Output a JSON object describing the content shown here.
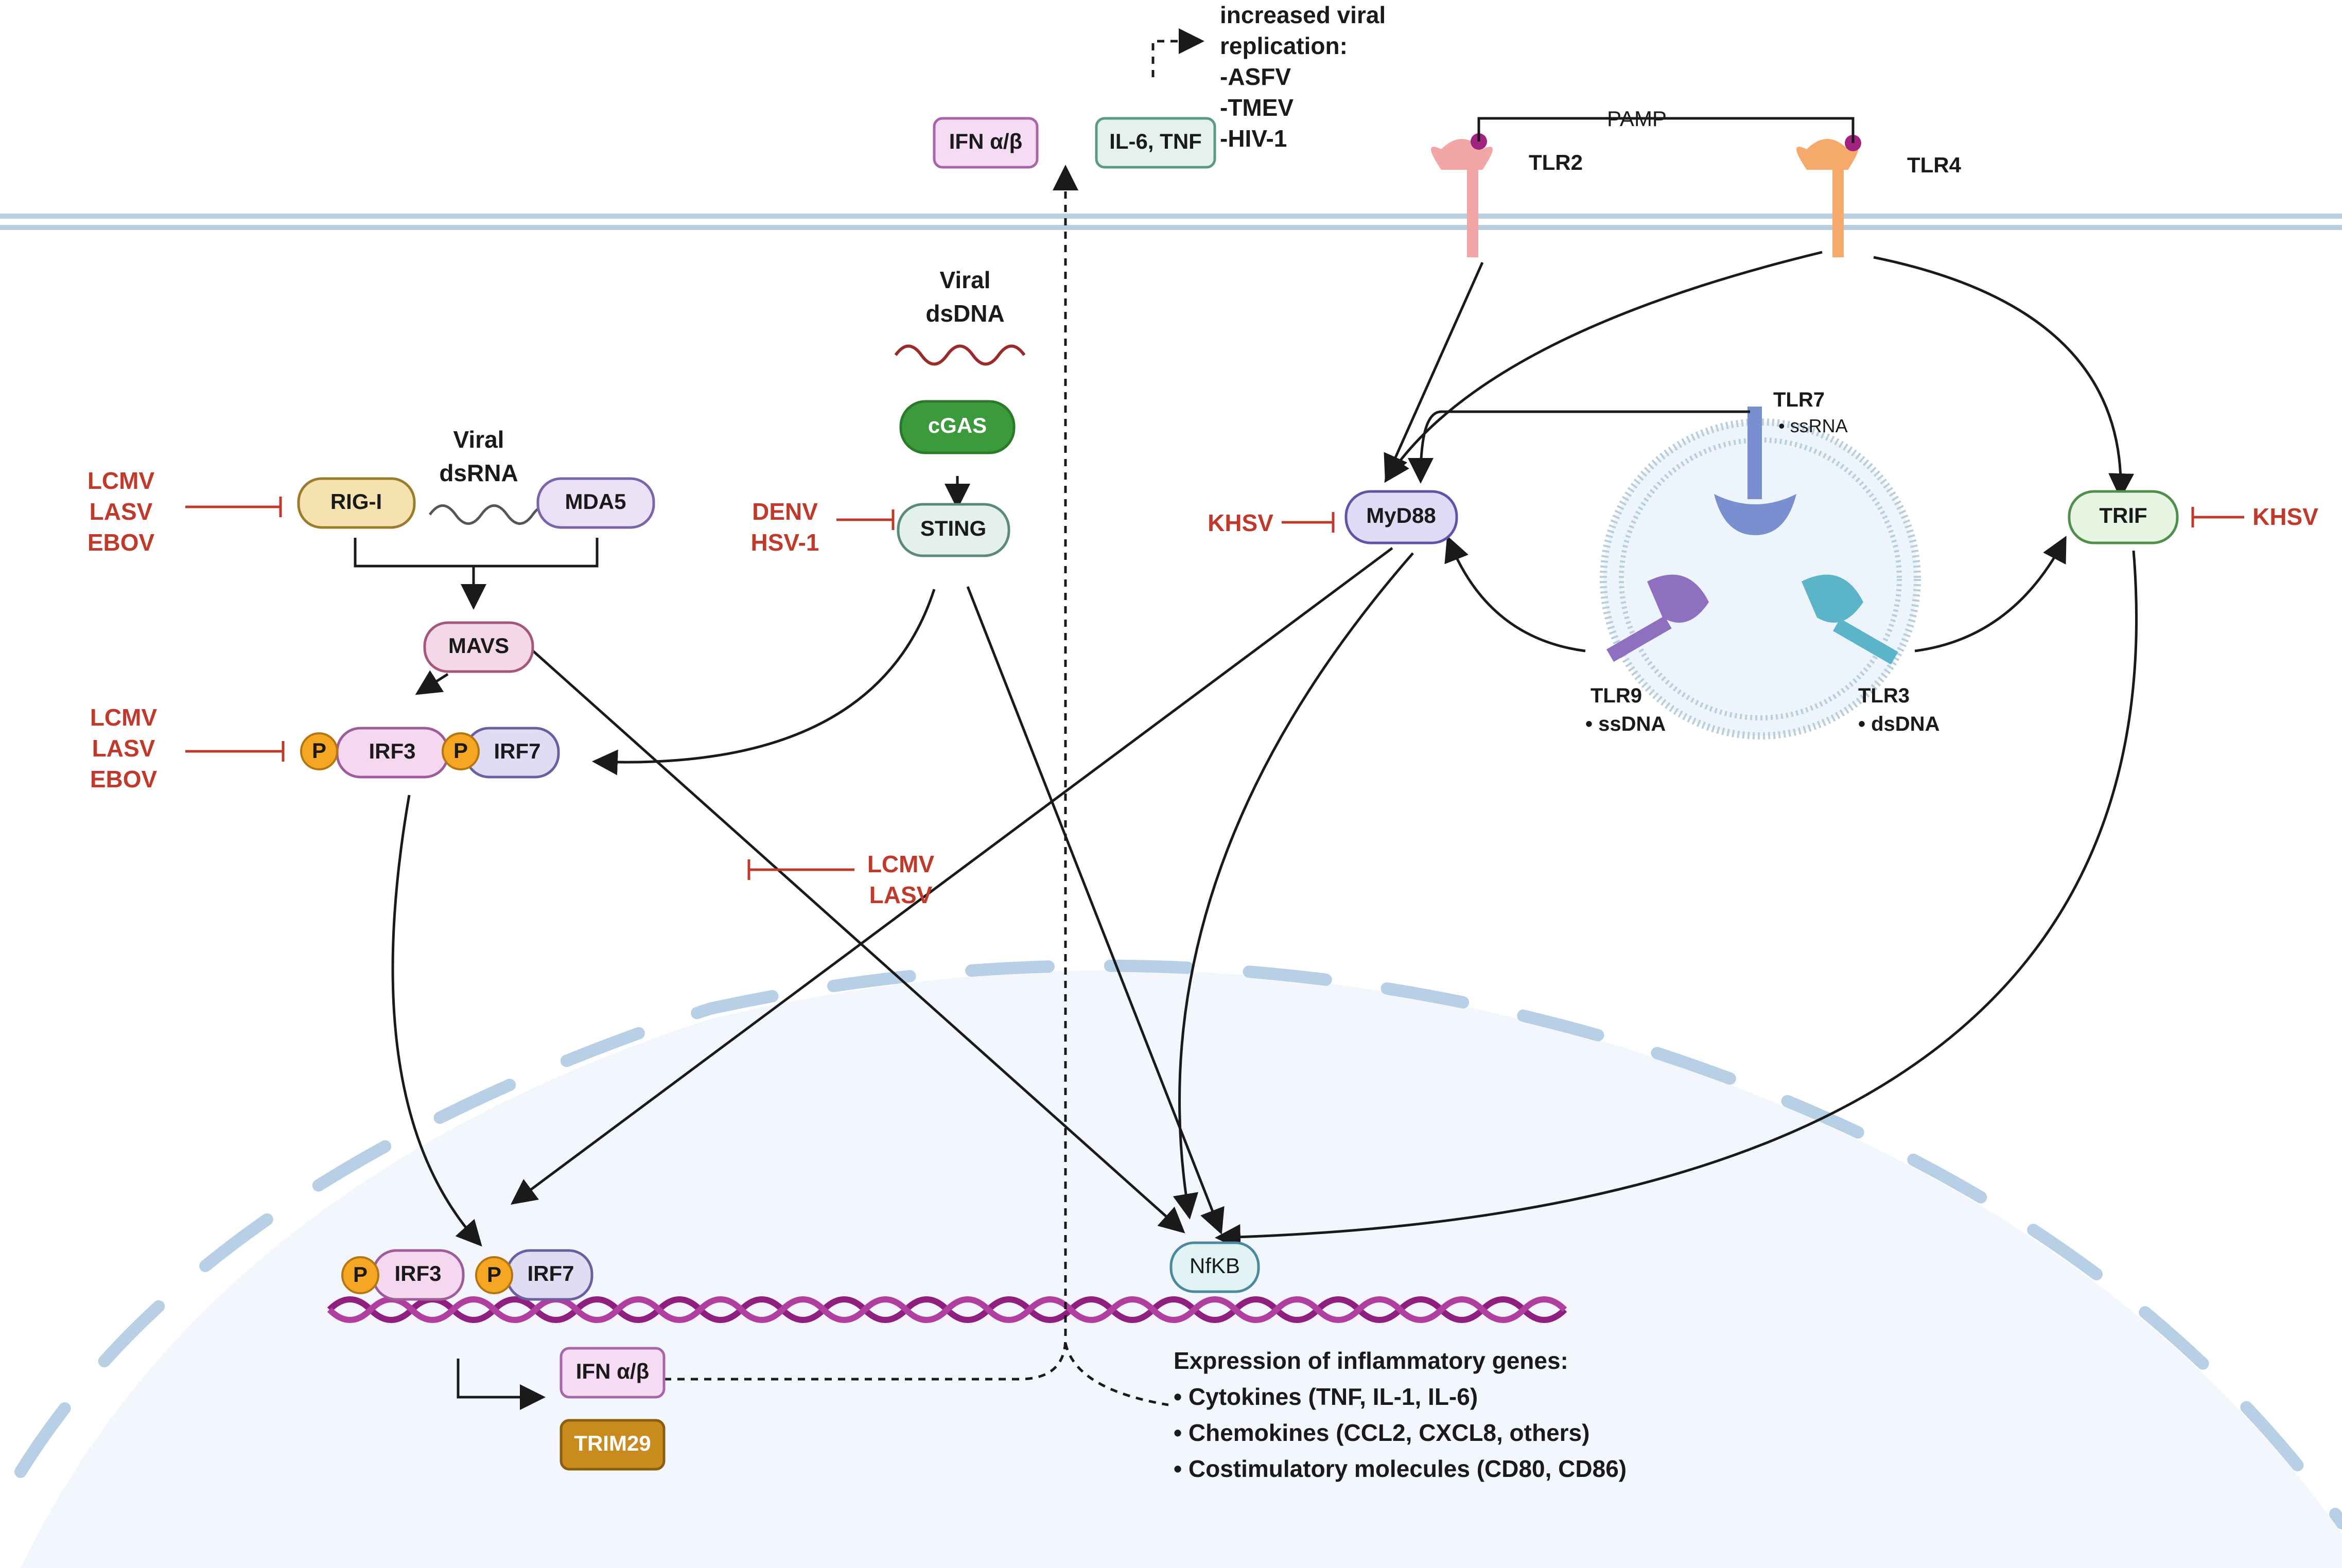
{
  "labels": {
    "viral_dsrna": [
      "Viral",
      "dsRNA"
    ],
    "viral_dsdna": [
      "Viral",
      "dsDNA"
    ],
    "pamp": "PAMP",
    "tlr2": "TLR2",
    "tlr4": "TLR4",
    "tlr7": "TLR7",
    "tlr7_sub": "• ssRNA",
    "tlr9": "TLR9",
    "tlr9_sub": "• ssDNA",
    "tlr3": "TLR3",
    "tlr3_sub": "• dsDNA",
    "replication": [
      "increased viral",
      "replication:",
      "-ASFV",
      "-TMEV",
      "-HIV-1"
    ],
    "expression_title": "Expression of inflammatory genes:",
    "expression_items": [
      "• Cytokines (TNF, IL-1, IL-6)",
      "• Chemokines (CCL2, CXCL8, others)",
      "• Costimulatory molecules (CD80, CD86)"
    ]
  },
  "nodes": {
    "ifn_top": "IFN α/β",
    "il6_tnf": "IL-6, TNF",
    "rig_i": "RIG-I",
    "mda5": "MDA5",
    "mavs": "MAVS",
    "cgas": "cGAS",
    "sting": "STING",
    "irf3": "IRF3",
    "irf7": "IRF7",
    "irf3_nuc": "IRF3",
    "irf7_nuc": "IRF7",
    "p": "P",
    "myd88": "MyD88",
    "trif": "TRIF",
    "nfkb": "NfKB",
    "ifn_nuc": "IFN α/β",
    "trim29": "TRIM29"
  },
  "inhibitors": {
    "rig": [
      "LCMV",
      "LASV",
      "EBOV"
    ],
    "sting": [
      "DENV",
      "HSV-1"
    ],
    "irf": [
      "LCMV",
      "LASV",
      "EBOV"
    ],
    "mavs_nfkb": [
      "LCMV",
      "LASV"
    ],
    "myd88": "KHSV",
    "trif": "KHSV"
  },
  "colors": {
    "inhibitor_red": "#c0392b",
    "membrane": "#b8cfe0",
    "nucleus_fill": "#f3f6fc",
    "dna": "#8e1f7e",
    "cgas": "#3b9a3b",
    "trim29": "#c98a1e"
  }
}
